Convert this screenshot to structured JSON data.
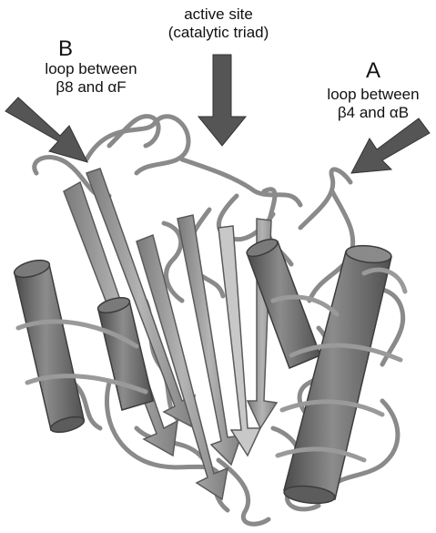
{
  "labels": {
    "active_site": {
      "line1": "active site",
      "line2": "(catalytic triad)"
    },
    "site_b": {
      "letter": "B",
      "line1": "loop between",
      "line2": "β8 and αF"
    },
    "site_a": {
      "letter": "A",
      "line1": "loop between",
      "line2": "β4 and αB"
    }
  },
  "colors": {
    "arrow": "#555555",
    "helix": "#6e6e6e",
    "sheet": "#9a9a9a",
    "coil": "#8a8a8a",
    "text": "#111111"
  }
}
